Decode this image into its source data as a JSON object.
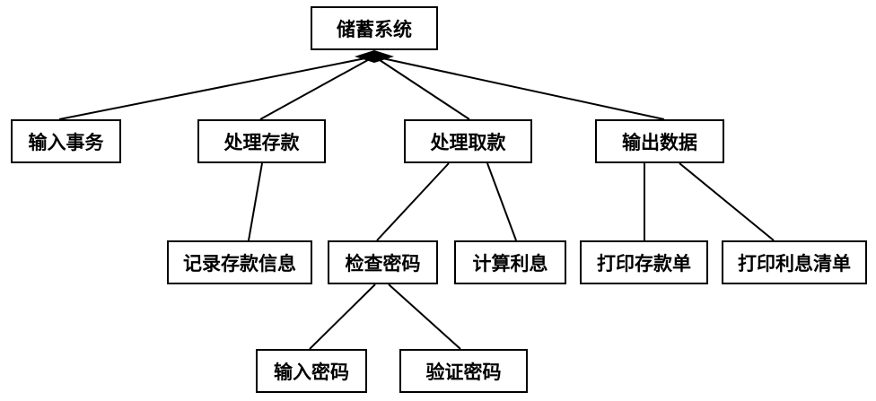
{
  "diagram": {
    "root": "储蓄系统",
    "level1": [
      "输入事务",
      "处理存款",
      "处理取款",
      "输出数据"
    ],
    "deposit_children": [
      "记录存款信息"
    ],
    "withdraw_children": [
      "检查密码",
      "计算利息"
    ],
    "output_children": [
      "打印存款单",
      "打印利息清单"
    ],
    "password_children": [
      "输入密码",
      "验证密码"
    ]
  }
}
